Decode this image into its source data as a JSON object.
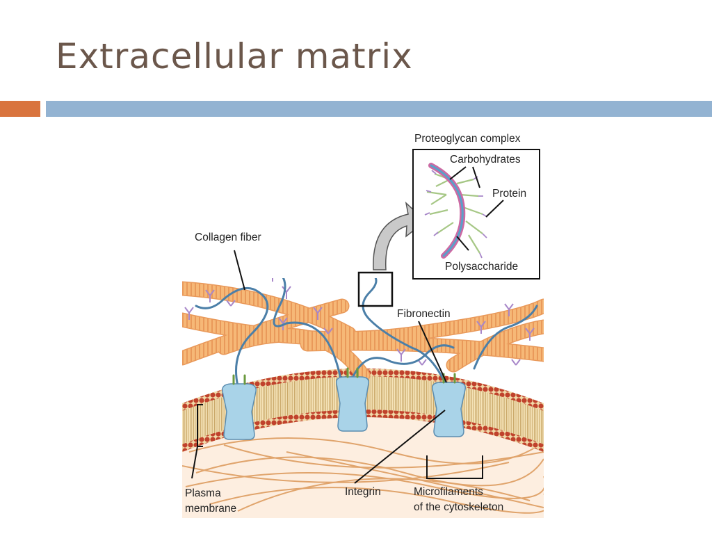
{
  "slide": {
    "title": "Extracellular matrix"
  },
  "diagram": {
    "labels": {
      "proteoglycan_complex": "Proteoglycan complex",
      "carbohydrates": "Carbohydrates",
      "protein": "Protein",
      "polysaccharide": "Polysaccharide",
      "collagen_fiber": "Collagen fiber",
      "fibronectin": "Fibronectin",
      "plasma_membrane_1": "Plasma",
      "plasma_membrane_2": "membrane",
      "integrin": "Integrin",
      "microfilaments_1": "Microfilaments",
      "microfilaments_2": "of the cytoskeleton"
    }
  },
  "colors": {
    "title_text": "#6b574b",
    "accent_orange": "#d9743e",
    "accent_blue": "#93b3d2",
    "collagen": "#f6b877",
    "lipid_head": "#c0422c",
    "integrin": "#a9d3e8",
    "fibronectin": "#4b7fa8",
    "proteoglycan": "#a887c9",
    "protein": "#cd69a3",
    "carbohydrate": "#a6c785",
    "cytoplasm": "#fdeee0"
  }
}
